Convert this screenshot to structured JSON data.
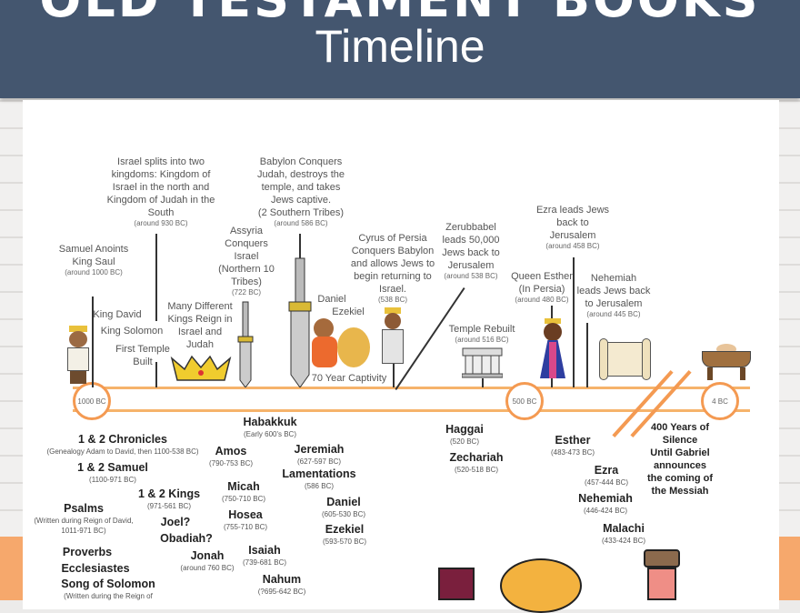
{
  "header": {
    "title": "OLD TESTAMENT BOOKS",
    "subtitle": "Timeline"
  },
  "markers": [
    "1000 BC",
    "500 BC",
    "4 BC"
  ],
  "events": [
    {
      "text": [
        "Samuel Anoints",
        "King Saul"
      ],
      "date": "(around 1000 BC)"
    },
    {
      "text": [
        "Israel splits into two",
        "kingdoms: Kingdom of",
        "Israel in the north and",
        "Kingdom of Judah in the",
        "South"
      ],
      "date": "(around 930 BC)"
    },
    {
      "text": [
        "King David"
      ]
    },
    {
      "text": [
        "King Solomon"
      ]
    },
    {
      "text": [
        "First Temple",
        "Built"
      ]
    },
    {
      "text": [
        "Many Different",
        "Kings Reign in",
        "Israel and",
        "Judah"
      ]
    },
    {
      "text": [
        "Assyria",
        "Conquers",
        "Israel",
        "(Northern 10",
        "Tribes)"
      ],
      "date": "(722 BC)"
    },
    {
      "text": [
        "Babylon Conquers",
        "Judah, destroys the",
        "temple, and takes",
        "Jews captive.",
        "(2 Southern Tribes)"
      ],
      "date": "(around 586 BC)"
    },
    {
      "text": [
        "Daniel"
      ]
    },
    {
      "text": [
        "Ezekiel"
      ]
    },
    {
      "text": [
        "70 Year Captivity"
      ]
    },
    {
      "text": [
        "Cyrus of Persia",
        "Conquers Babylon",
        "and allows Jews to",
        "begin returning to",
        "Israel."
      ],
      "date": "(538 BC)"
    },
    {
      "text": [
        "Zerubbabel",
        "leads 50,000",
        "Jews back to",
        "Jerusalem"
      ],
      "date": "(around 538 BC)"
    },
    {
      "text": [
        "Temple Rebuilt"
      ],
      "date": "(around 516 BC)"
    },
    {
      "text": [
        "Queen Esther",
        "(In Persia)"
      ],
      "date": "(around 480 BC)"
    },
    {
      "text": [
        "Ezra leads Jews",
        "back to",
        "Jerusalem"
      ],
      "date": "(around 458 BC)"
    },
    {
      "text": [
        "Nehemiah",
        "leads Jews back",
        "to Jerusalem"
      ],
      "date": "(around 445 BC)"
    }
  ],
  "books": [
    {
      "name": "1 & 2 Chronicles",
      "date": "(Genealogy Adam to David, then 1100-538 BC)"
    },
    {
      "name": "1 & 2 Samuel",
      "date": "(1100-971 BC)"
    },
    {
      "name": "Psalms",
      "date": "(Written during Reign of David, 1011-971 BC)"
    },
    {
      "name": "Proverbs"
    },
    {
      "name": "Ecclesiastes"
    },
    {
      "name": "Song of Solomon",
      "date": "(Written during the Reign of"
    },
    {
      "name": "1 & 2 Kings",
      "date": "(971-561 BC)"
    },
    {
      "name": "Joel?"
    },
    {
      "name": "Obadiah?"
    },
    {
      "name": "Jonah",
      "date": "(around 760 BC)"
    },
    {
      "name": "Habakkuk",
      "date": "(Early 600's BC)"
    },
    {
      "name": "Amos",
      "date": "(790-753 BC)"
    },
    {
      "name": "Micah",
      "date": "(750-710 BC)"
    },
    {
      "name": "Hosea",
      "date": "(755-710 BC)"
    },
    {
      "name": "Isaiah",
      "date": "(739-681 BC)"
    },
    {
      "name": "Nahum",
      "date": "(?695-642 BC)"
    },
    {
      "name": "Jeremiah",
      "date": "(627-597 BC)"
    },
    {
      "name": "Lamentations",
      "date": "(586 BC)"
    },
    {
      "name": "Daniel",
      "date": "(605-530 BC)"
    },
    {
      "name": "Ezekiel",
      "date": "(593-570 BC)"
    },
    {
      "name": "Haggai",
      "date": "(520 BC)"
    },
    {
      "name": "Zechariah",
      "date": "(520-518 BC)"
    },
    {
      "name": "Esther",
      "date": "(483-473 BC)"
    },
    {
      "name": "Ezra",
      "date": "(457-444 BC)"
    },
    {
      "name": "Nehemiah",
      "date": "(446-424 BC)"
    },
    {
      "name": "Malachi",
      "date": "(433-424 BC)"
    }
  ],
  "silence": [
    "400 Years of",
    "Silence",
    "Until Gabriel",
    "announces",
    "the coming of",
    "the Messiah"
  ],
  "colors": {
    "header": "#44566f",
    "timeline": "#f6b36b",
    "accent": "#f49a52"
  }
}
